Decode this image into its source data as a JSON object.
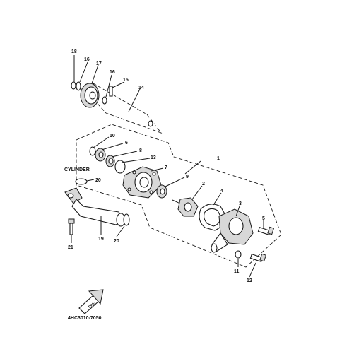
{
  "callouts": {
    "c1": "1",
    "c2": "2",
    "c3": "3",
    "c4": "4",
    "c5": "5",
    "c6": "6",
    "c7": "7",
    "c8": "8",
    "c9": "9",
    "c10": "10",
    "c11": "11",
    "c12": "12",
    "c13": "13",
    "c14": "14",
    "c15": "15",
    "c16a": "16",
    "c16b": "16",
    "c17": "17",
    "c18": "18",
    "c19": "19",
    "c20a": "20",
    "c20b": "20",
    "c21": "21"
  },
  "labels": {
    "cylinder": "CYLINDER",
    "diagram_code": "4HC3010-7050",
    "front_mark": "FWD"
  }
}
